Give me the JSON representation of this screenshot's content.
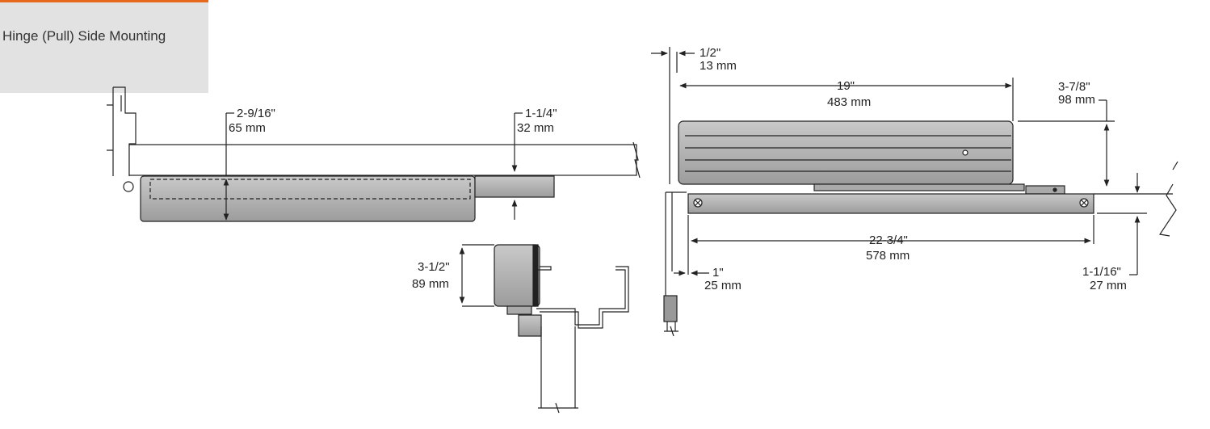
{
  "panel": {
    "title": "Hinge (Pull) Side Mounting"
  },
  "dimensions": {
    "top_view_height": {
      "imperial": "2-9/16\"",
      "metric": "65 mm"
    },
    "top_view_arm_offset": {
      "imperial": "1-1/4\"",
      "metric": "32 mm"
    },
    "section_height": {
      "imperial": "3-1/2\"",
      "metric": "89 mm"
    },
    "frame_offset": {
      "imperial": "1/2\"",
      "metric": "13 mm"
    },
    "body_length": {
      "imperial": "19\"",
      "metric": "483 mm"
    },
    "body_height": {
      "imperial": "3-7/8\"",
      "metric": "98 mm"
    },
    "plate_length": {
      "imperial": "22-3/4\"",
      "metric": "578 mm"
    },
    "plate_offset": {
      "imperial": "1\"",
      "metric": "25 mm"
    },
    "plate_height": {
      "imperial": "1-1/16\"",
      "metric": "27 mm"
    }
  },
  "colors": {
    "accent": "#e56a1e",
    "panel": "#e2e2e2",
    "body": "#b8b8b8",
    "line": "#222222"
  }
}
